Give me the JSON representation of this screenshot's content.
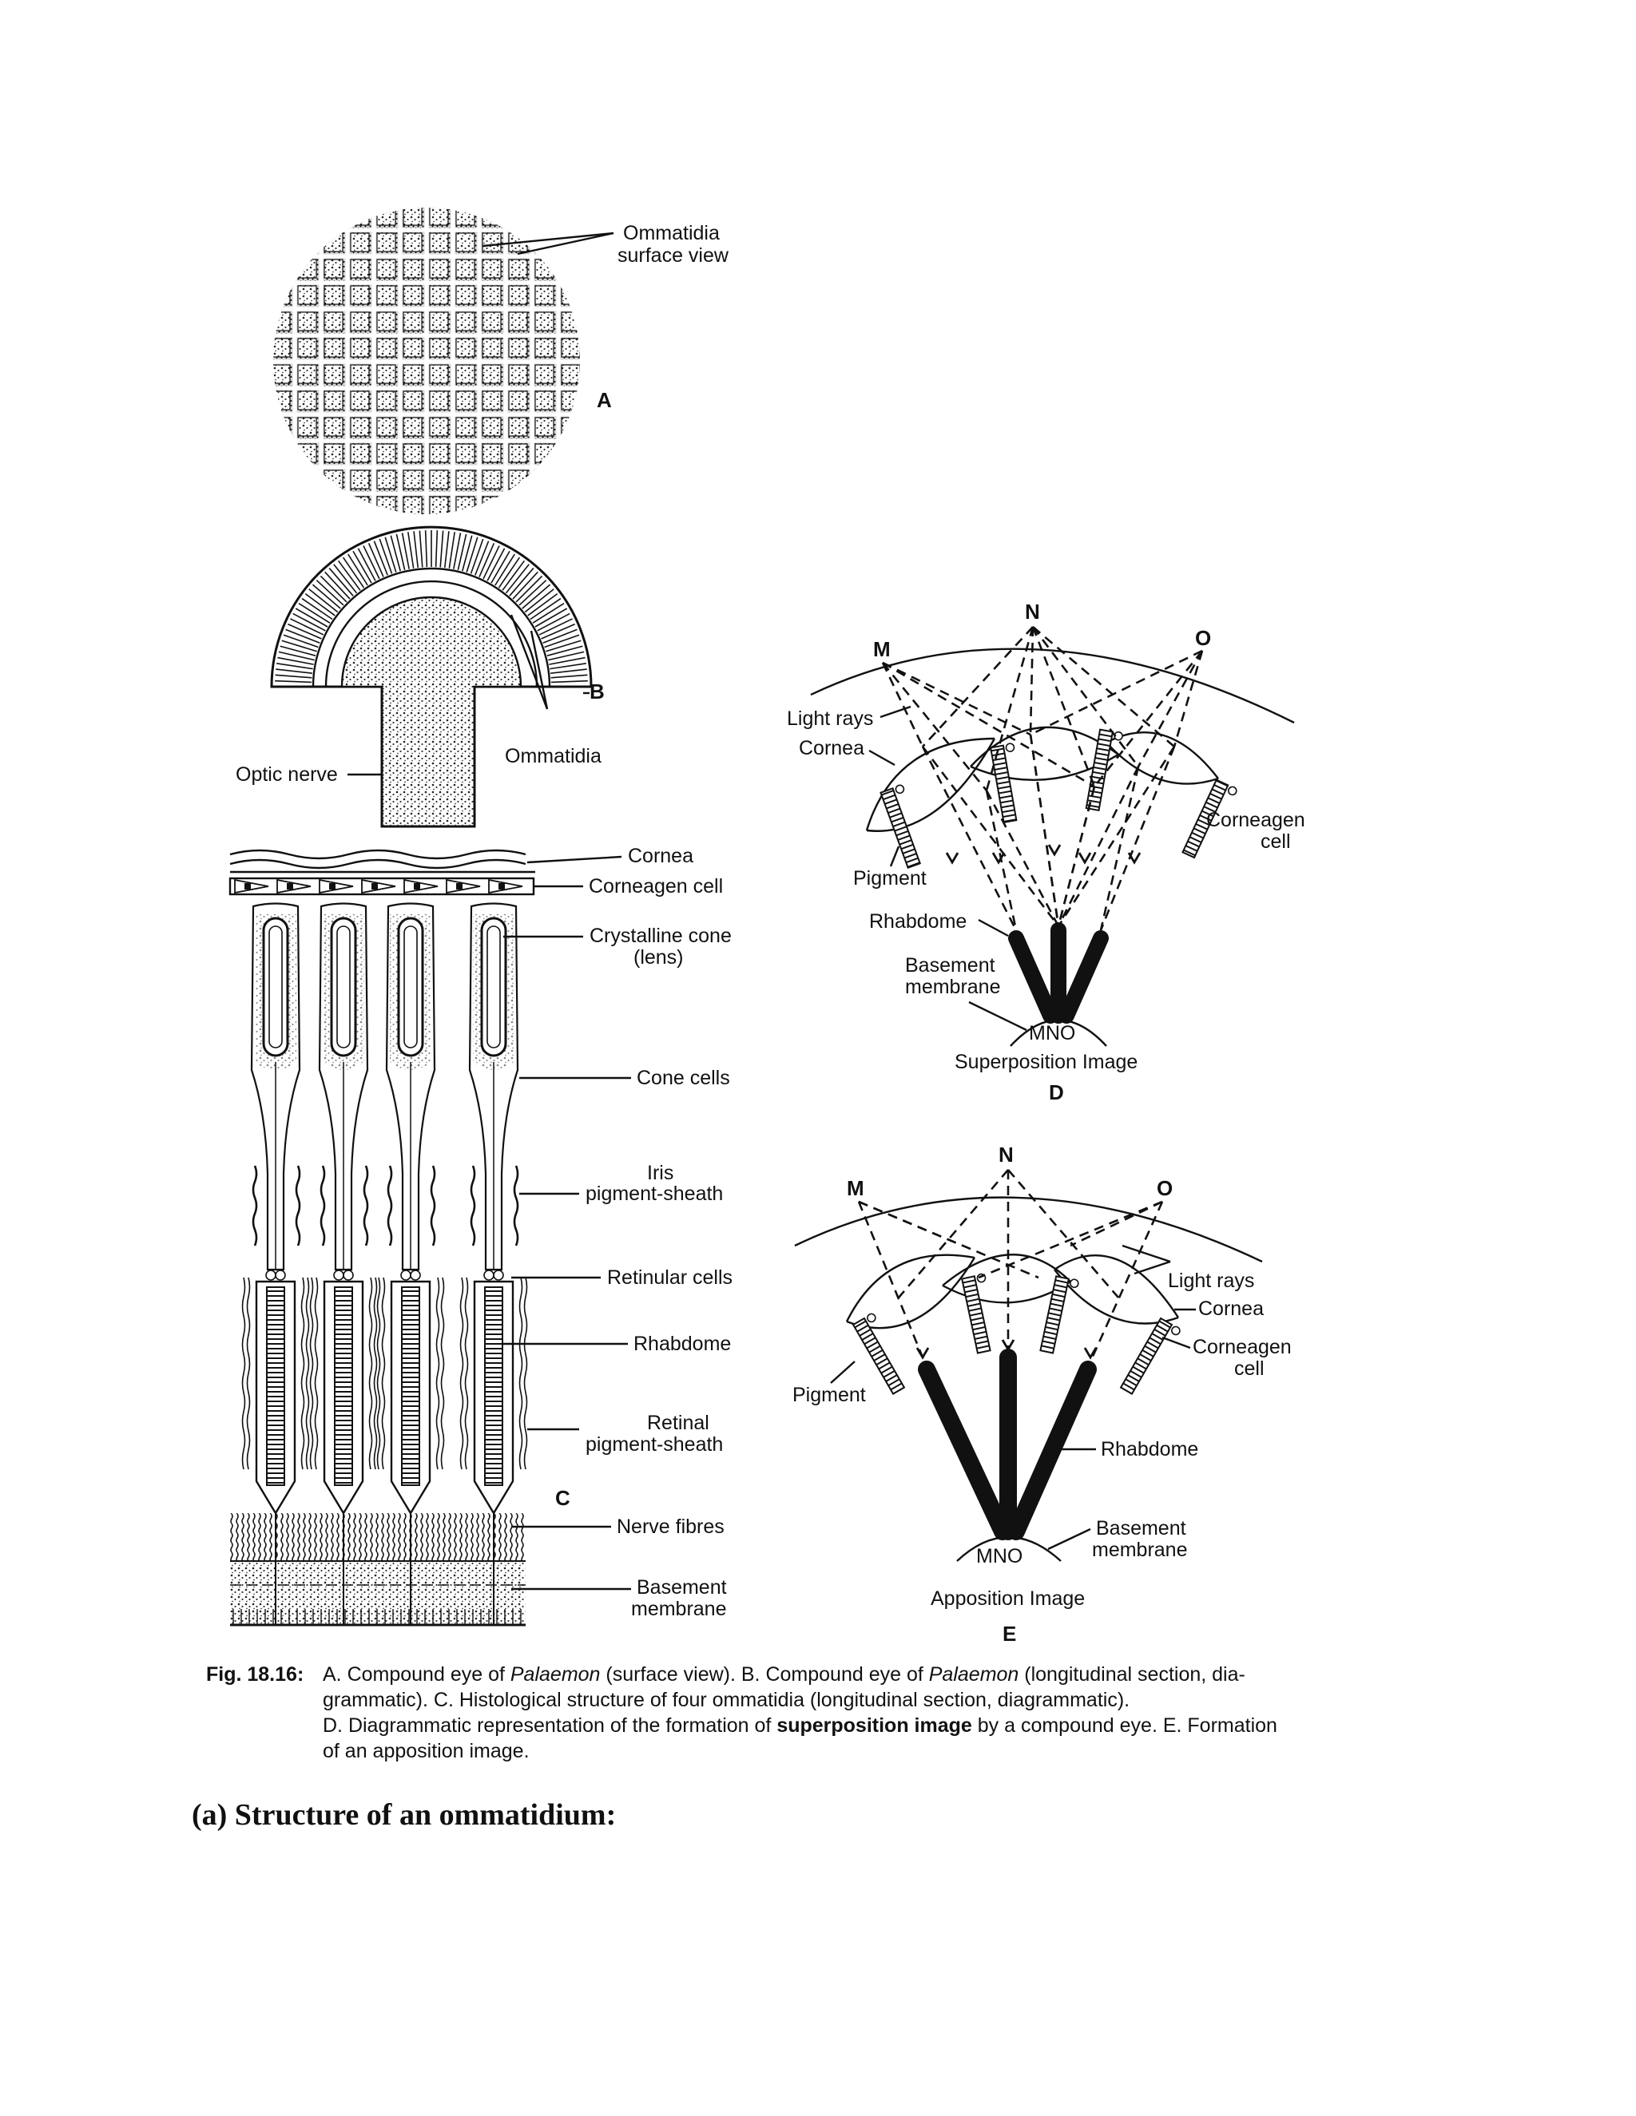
{
  "panelA": {
    "letter": "A",
    "label_line1": "Ommatidia",
    "label_line2": "surface view"
  },
  "panelB": {
    "letter": "B",
    "ommatidia": "Ommatidia",
    "optic_nerve": "Optic nerve"
  },
  "panelC": {
    "letter": "C",
    "cornea": "Cornea",
    "corneagen_cell": "Corneagen cell",
    "crystalline_cone_1": "Crystalline cone",
    "crystalline_cone_2": "(lens)",
    "cone_cells": "Cone cells",
    "iris_1": "Iris",
    "iris_2": "pigment-sheath",
    "retinular_cells": "Retinular cells",
    "rhabdome": "Rhabdome",
    "retinal_1": "Retinal",
    "retinal_2": "pigment-sheath",
    "nerve_fibres": "Nerve fibres",
    "basement_1": "Basement",
    "basement_2": "membrane"
  },
  "panelD": {
    "letter": "D",
    "m": "M",
    "n": "N",
    "o": "O",
    "light_rays": "Light rays",
    "cornea": "Cornea",
    "corneagen_1": "Corneagen",
    "corneagen_2": "cell",
    "pigment": "Pigment",
    "rhabdome": "Rhabdome",
    "basement_1": "Basement",
    "basement_2": "membrane",
    "mno": "MNO",
    "image_label": "Superposition Image"
  },
  "panelE": {
    "letter": "E",
    "m": "M",
    "n": "N",
    "o": "O",
    "light_rays": "Light rays",
    "cornea": "Cornea",
    "corneagen_1": "Corneagen",
    "corneagen_2": "cell",
    "pigment": "Pigment",
    "rhabdome": "Rhabdome",
    "basement_1": "Basement",
    "basement_2": "membrane",
    "mno": "MNO",
    "image_label": "Apposition Image"
  },
  "caption": {
    "fig_number": "Fig. 18.16:",
    "line1_a": "A. Compound eye of ",
    "line1_b": "Palaemon",
    "line1_c": " (surface view). B. Compound eye of ",
    "line1_d": "Palaemon",
    "line1_e": " (longitudinal section, dia-",
    "line2": "grammatic). C. Histological structure of four ommatidia (longitudinal section, diagrammatic).",
    "line3_a": "D. Diagrammatic representation of the formation of ",
    "line3_b": "superposition image",
    "line3_c": " by a compound eye. E. Formation",
    "line4": "of an apposition image."
  },
  "heading": "(a) Structure of an ommatidium:"
}
